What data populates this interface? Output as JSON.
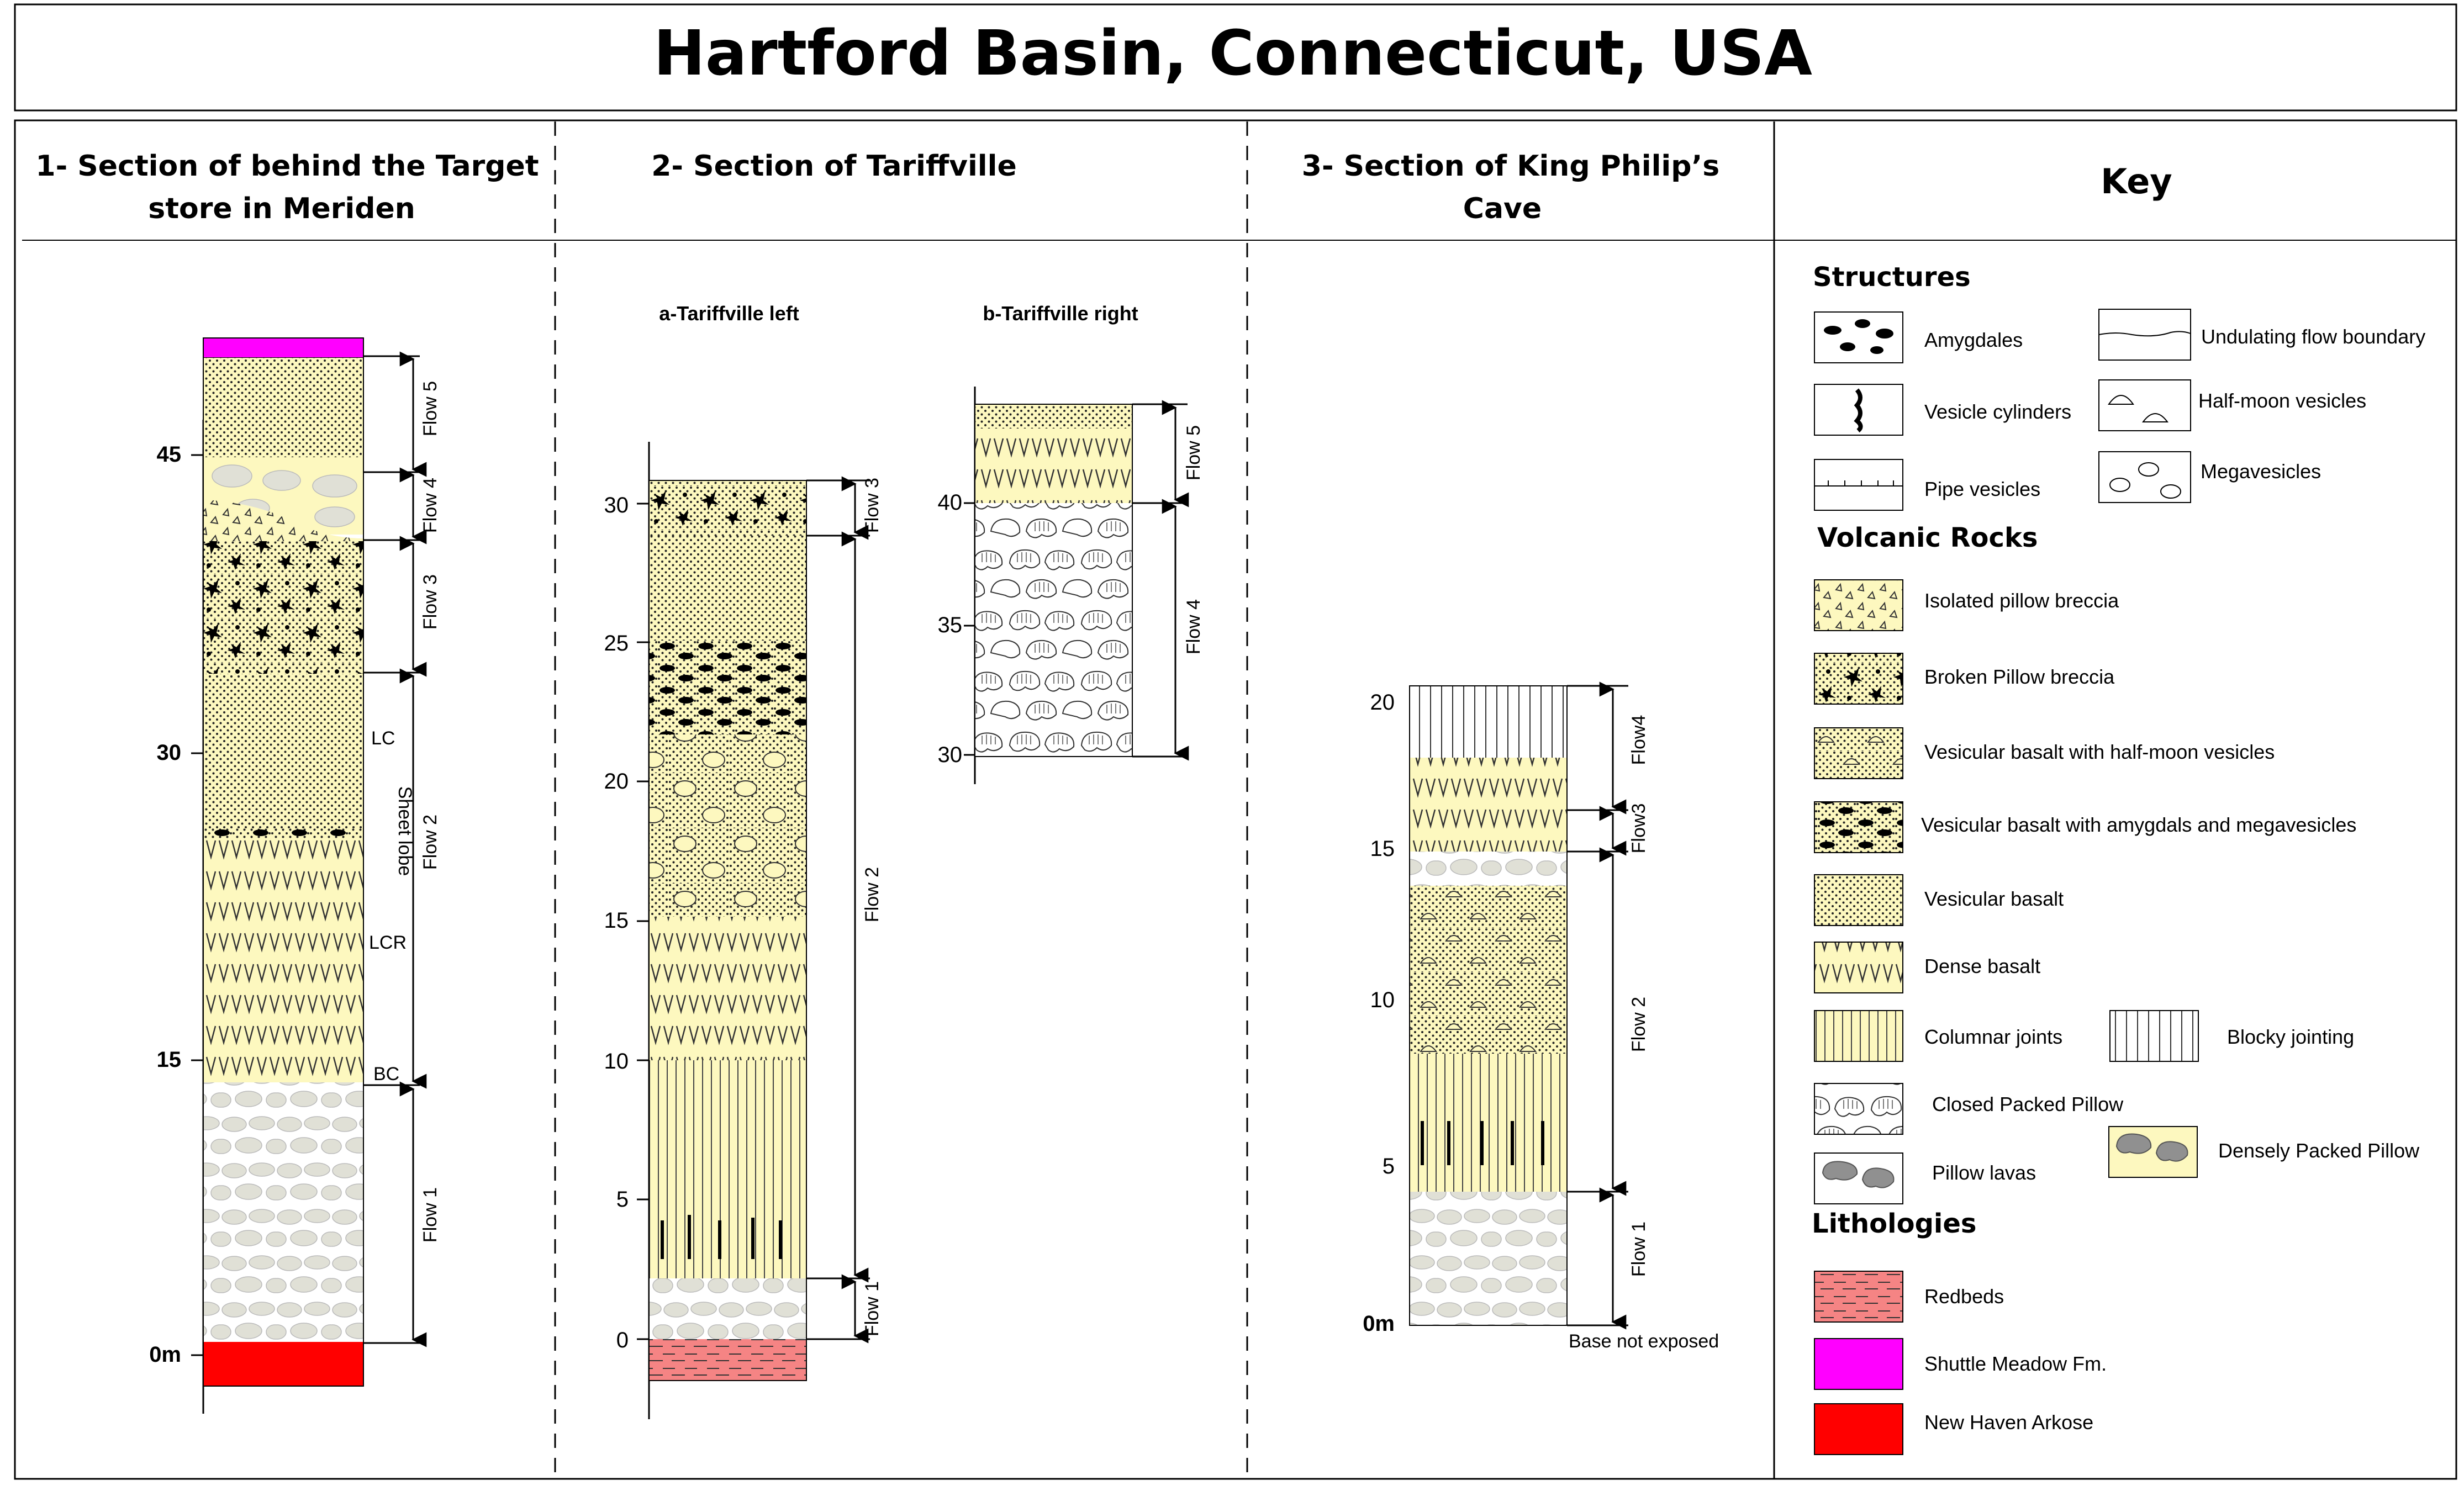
{
  "title": "Hartford Basin, Connecticut, USA",
  "columns": {
    "col1_line1": "1- Section of behind the Target",
    "col1_line2": "store in Meriden",
    "col2": "2- Section of Tariffville",
    "col3_line1": "3- Section of King Philip’s",
    "col3_line2": "Cave",
    "key": "Key"
  },
  "section1": {
    "ticks": [
      "0m",
      "15",
      "30",
      "45"
    ],
    "flows": [
      "Flow 1",
      "Flow 2",
      "Flow 3",
      "Flow 4",
      "Flow 5"
    ],
    "labels": {
      "lc": "LC",
      "lcr": "LCR",
      "bc": "BC",
      "sheet": "Sheet lobe"
    }
  },
  "section2": {
    "sub_a": "a-Tariffville left",
    "sub_b": "b-Tariffville right",
    "ticks_a": [
      "0",
      "5",
      "10",
      "15",
      "20",
      "25",
      "30"
    ],
    "ticks_b": [
      "30",
      "35",
      "40"
    ],
    "flows_a": [
      "Flow 1",
      "Flow 2",
      "Flow 3"
    ],
    "flows_b": [
      "Flow 4",
      "Flow 5"
    ]
  },
  "section3": {
    "ticks": [
      "0m",
      "5",
      "10",
      "15",
      "20"
    ],
    "flows": [
      "Flow 1",
      "Flow 2",
      "Flow3",
      "Flow4"
    ],
    "base_note": "Base not exposed"
  },
  "key": {
    "structures_heading": "Structures",
    "structures": [
      "Amygdales",
      "Vesicle cylinders",
      "Pipe vesicles",
      "Undulating flow boundary",
      "Half-moon vesicles",
      "Megavesicles"
    ],
    "volcanic_heading": "Volcanic Rocks",
    "volcanic": [
      "Isolated pillow breccia",
      "Broken Pillow breccia",
      "Vesicular basalt with half-moon vesicles",
      "Vesicular basalt with amygdals and megavesicles",
      "Vesicular basalt",
      "Dense basalt",
      "Columnar joints",
      "Blocky jointing",
      "Closed Packed Pillow",
      "Pillow lavas",
      "Densely Packed Pillow"
    ],
    "lithologies_heading": "Lithologies",
    "lithologies": [
      "Redbeds",
      "Shuttle Meadow Fm.",
      "New Haven Arkose"
    ]
  },
  "colors": {
    "basalt": "#fdf8bf",
    "pillow": "#e0e0d6",
    "shuttle": "#ff00ff",
    "arkose": "#ff0000",
    "redbeds": "#f58484"
  }
}
